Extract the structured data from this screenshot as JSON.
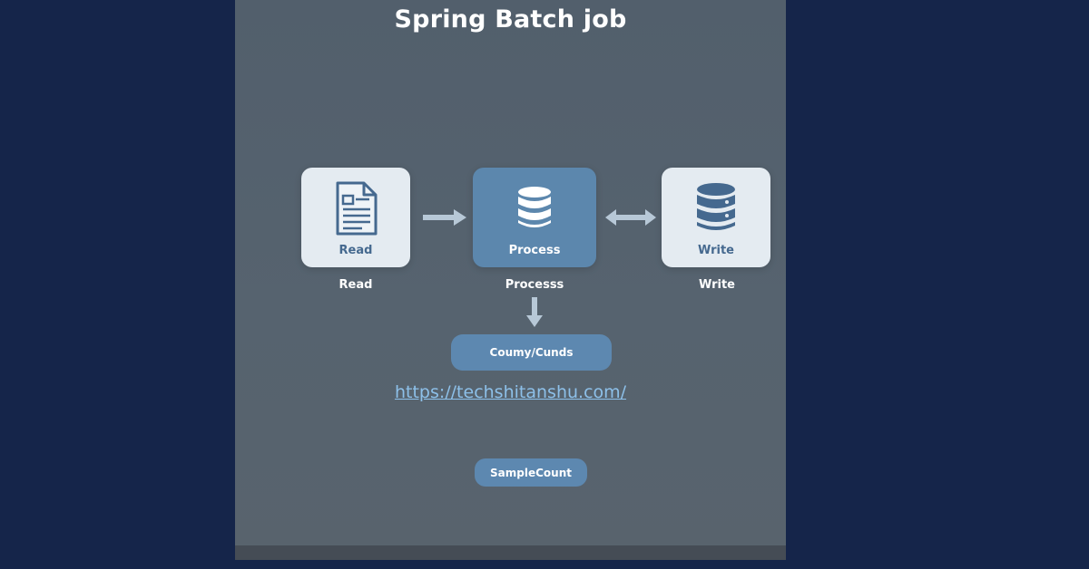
{
  "title": "Spring Batch job",
  "nodes": {
    "read": {
      "box_label": "Read",
      "caption": "Read",
      "icon": "document-icon"
    },
    "process": {
      "box_label": "Process",
      "caption": "Processs",
      "icon": "database-icon"
    },
    "write": {
      "box_label": "Write",
      "caption": "Write",
      "icon": "database-icon"
    }
  },
  "count_pill": "Coumy/Cunds",
  "link": "https://techshitanshu.com/",
  "sample_pill": "SampleCount",
  "colors": {
    "background": "#15254a",
    "panel": "#56636f",
    "light_box": "#e4ebf1",
    "accent_blue": "#5c87ad",
    "icon_dark": "#45698f",
    "link": "#8dc0e9"
  }
}
